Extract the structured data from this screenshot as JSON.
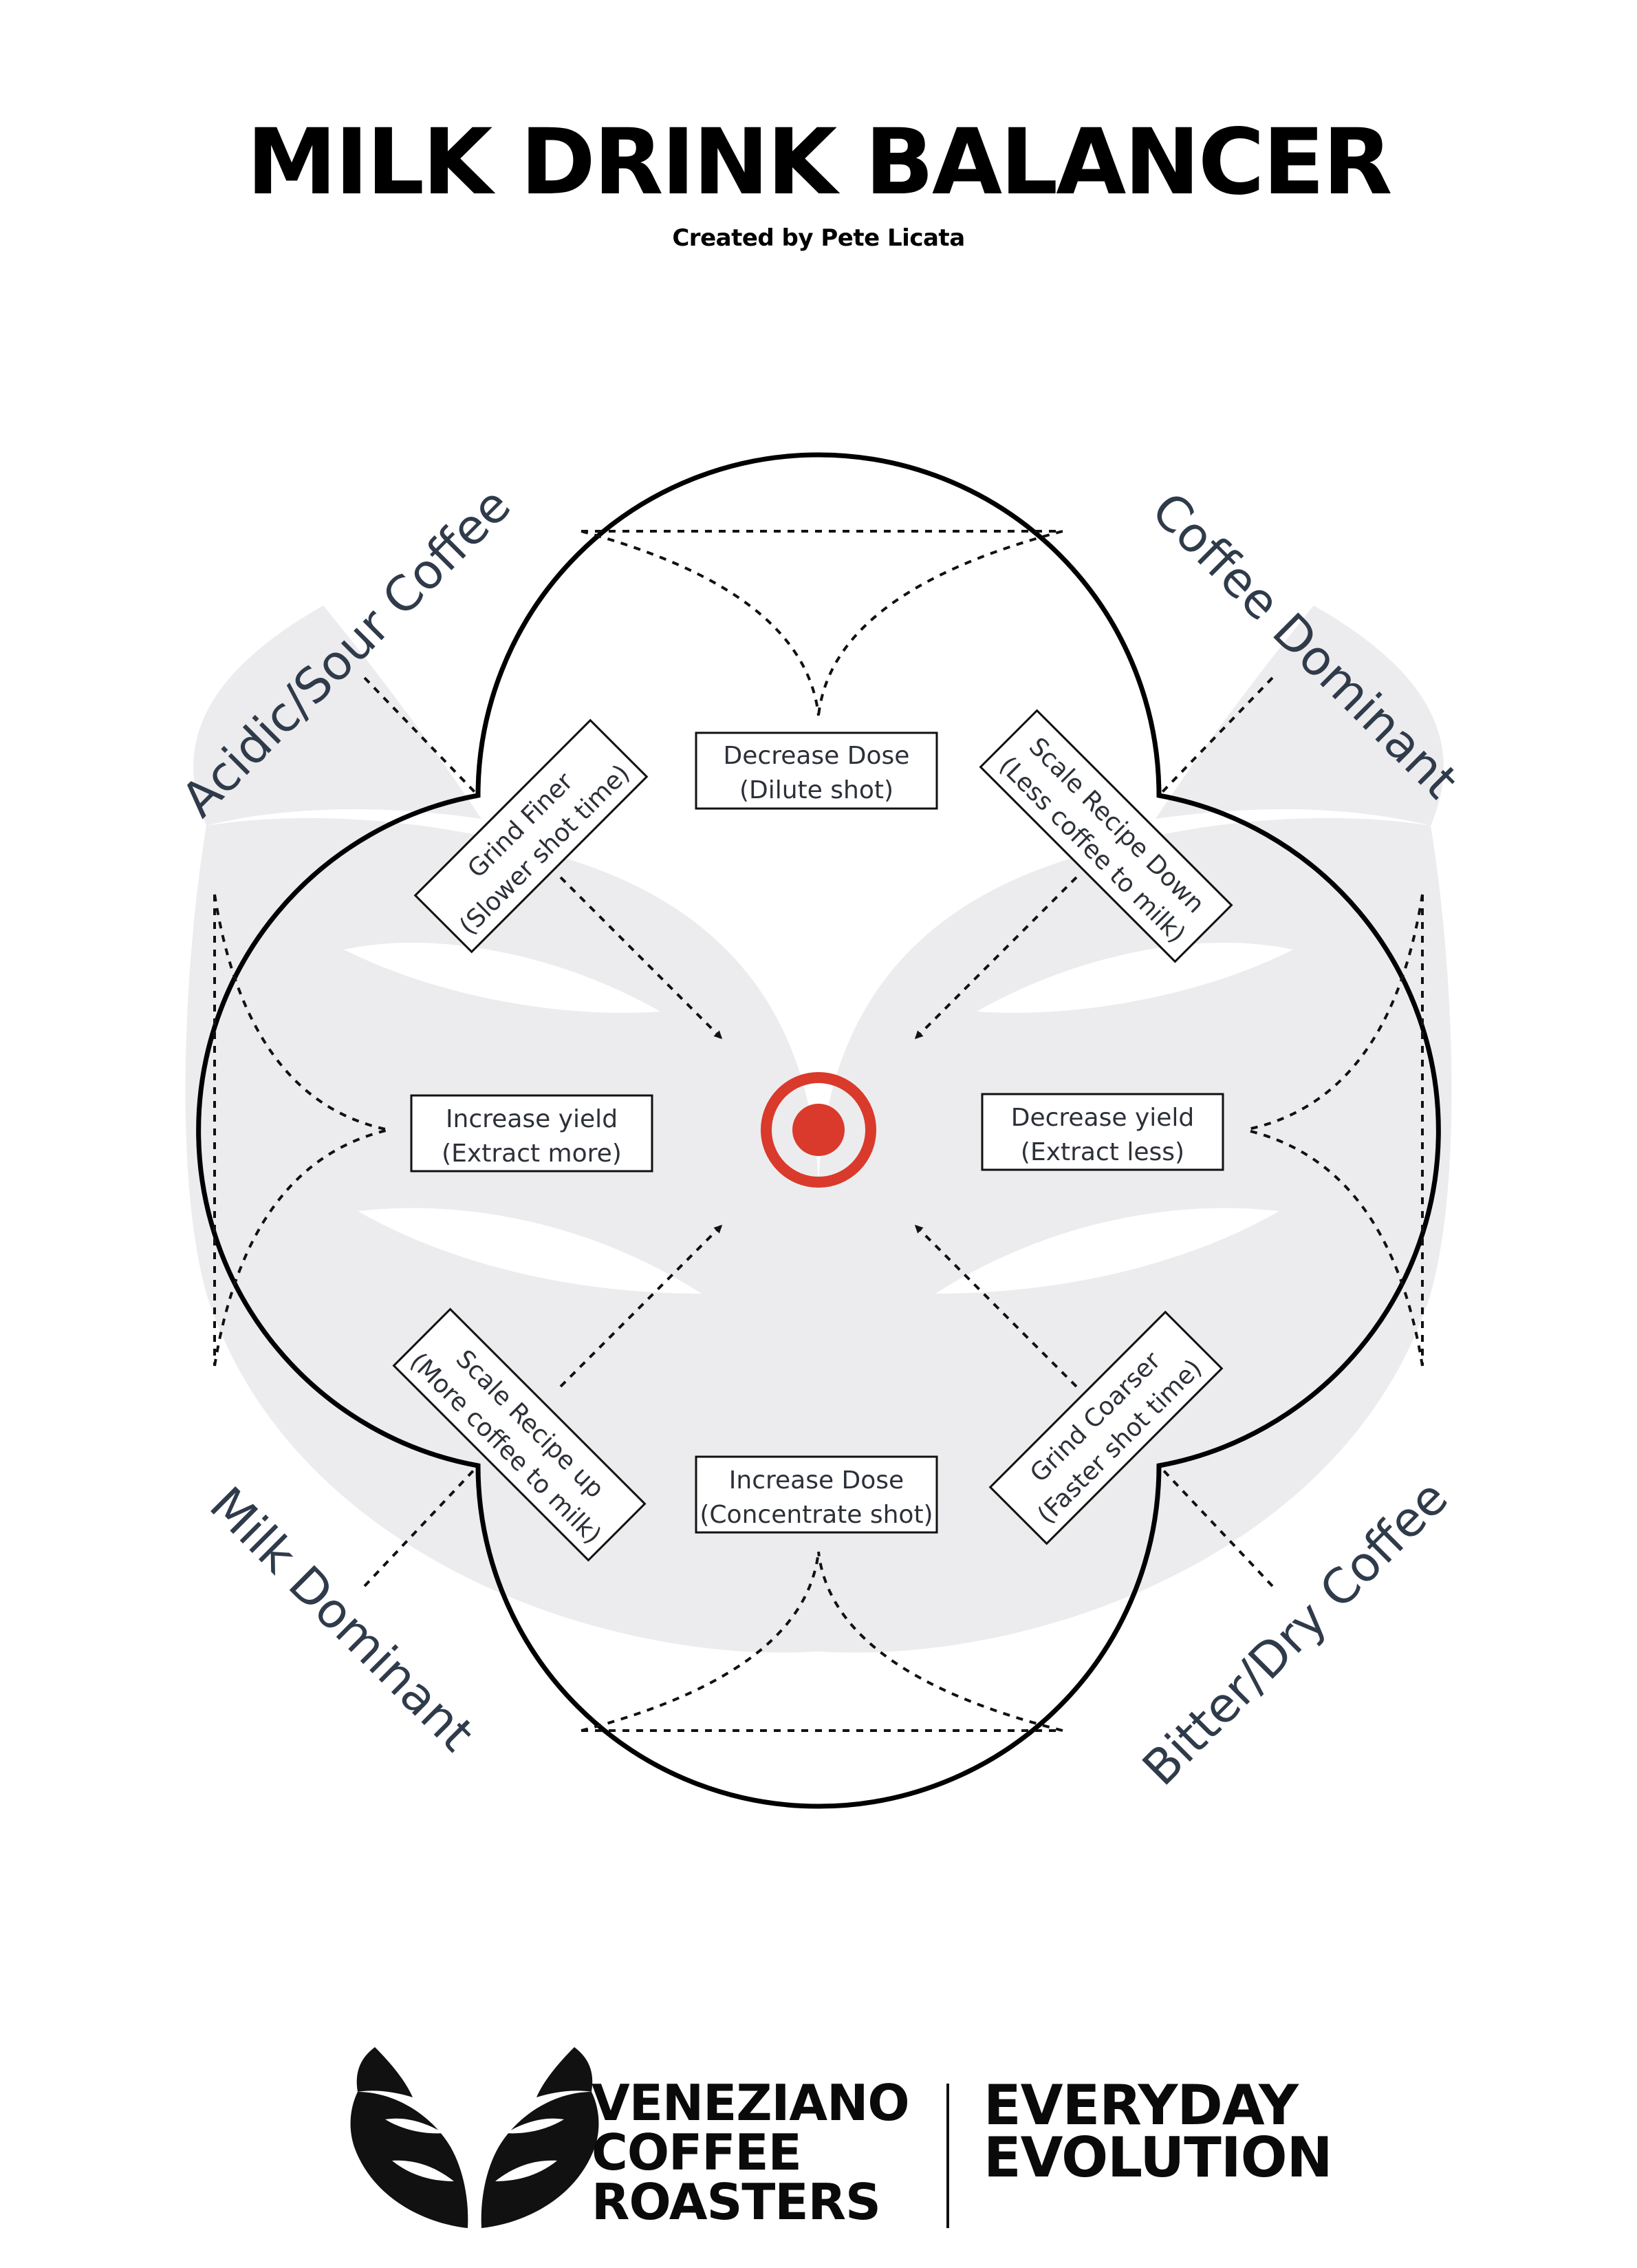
{
  "title": "MILK DRINK BALANCER",
  "subtitle": "Created by Pete Licata",
  "diagram": {
    "center_target": "target-icon",
    "accent_color": "#d93a2b",
    "corner_labels": {
      "top_left": "Acidic/Sour Coffee",
      "top_right": "Coffee Dominant",
      "bottom_left": "Milk Dominant",
      "bottom_right": "Bitter/Dry Coffee"
    },
    "adjustments": {
      "top": {
        "line1": "Decrease Dose",
        "line2": "(Dilute shot)"
      },
      "bottom": {
        "line1": "Increase Dose",
        "line2": "(Concentrate shot)"
      },
      "left": {
        "line1": "Increase yield",
        "line2": "(Extract more)"
      },
      "right": {
        "line1": "Decrease yield",
        "line2": "(Extract less)"
      },
      "top_left": {
        "line1": "Grind Finer",
        "line2": "(Slower shot time)"
      },
      "top_right": {
        "line1": "Scale Recipe Down",
        "line2": "(Less coffee to milk)"
      },
      "bottom_left": {
        "line1": "Scale Recipe up",
        "line2": "(More coffee to milk)"
      },
      "bottom_right": {
        "line1": "Grind Coarser",
        "line2": "(Faster shot time)"
      }
    }
  },
  "footer": {
    "brand_lines": [
      "VENEZIANO",
      "COFFEE",
      "ROASTERS"
    ],
    "tagline_lines": [
      "EVERYDAY",
      "EVOLUTION"
    ],
    "logo": "veneziano-wings-logo"
  }
}
